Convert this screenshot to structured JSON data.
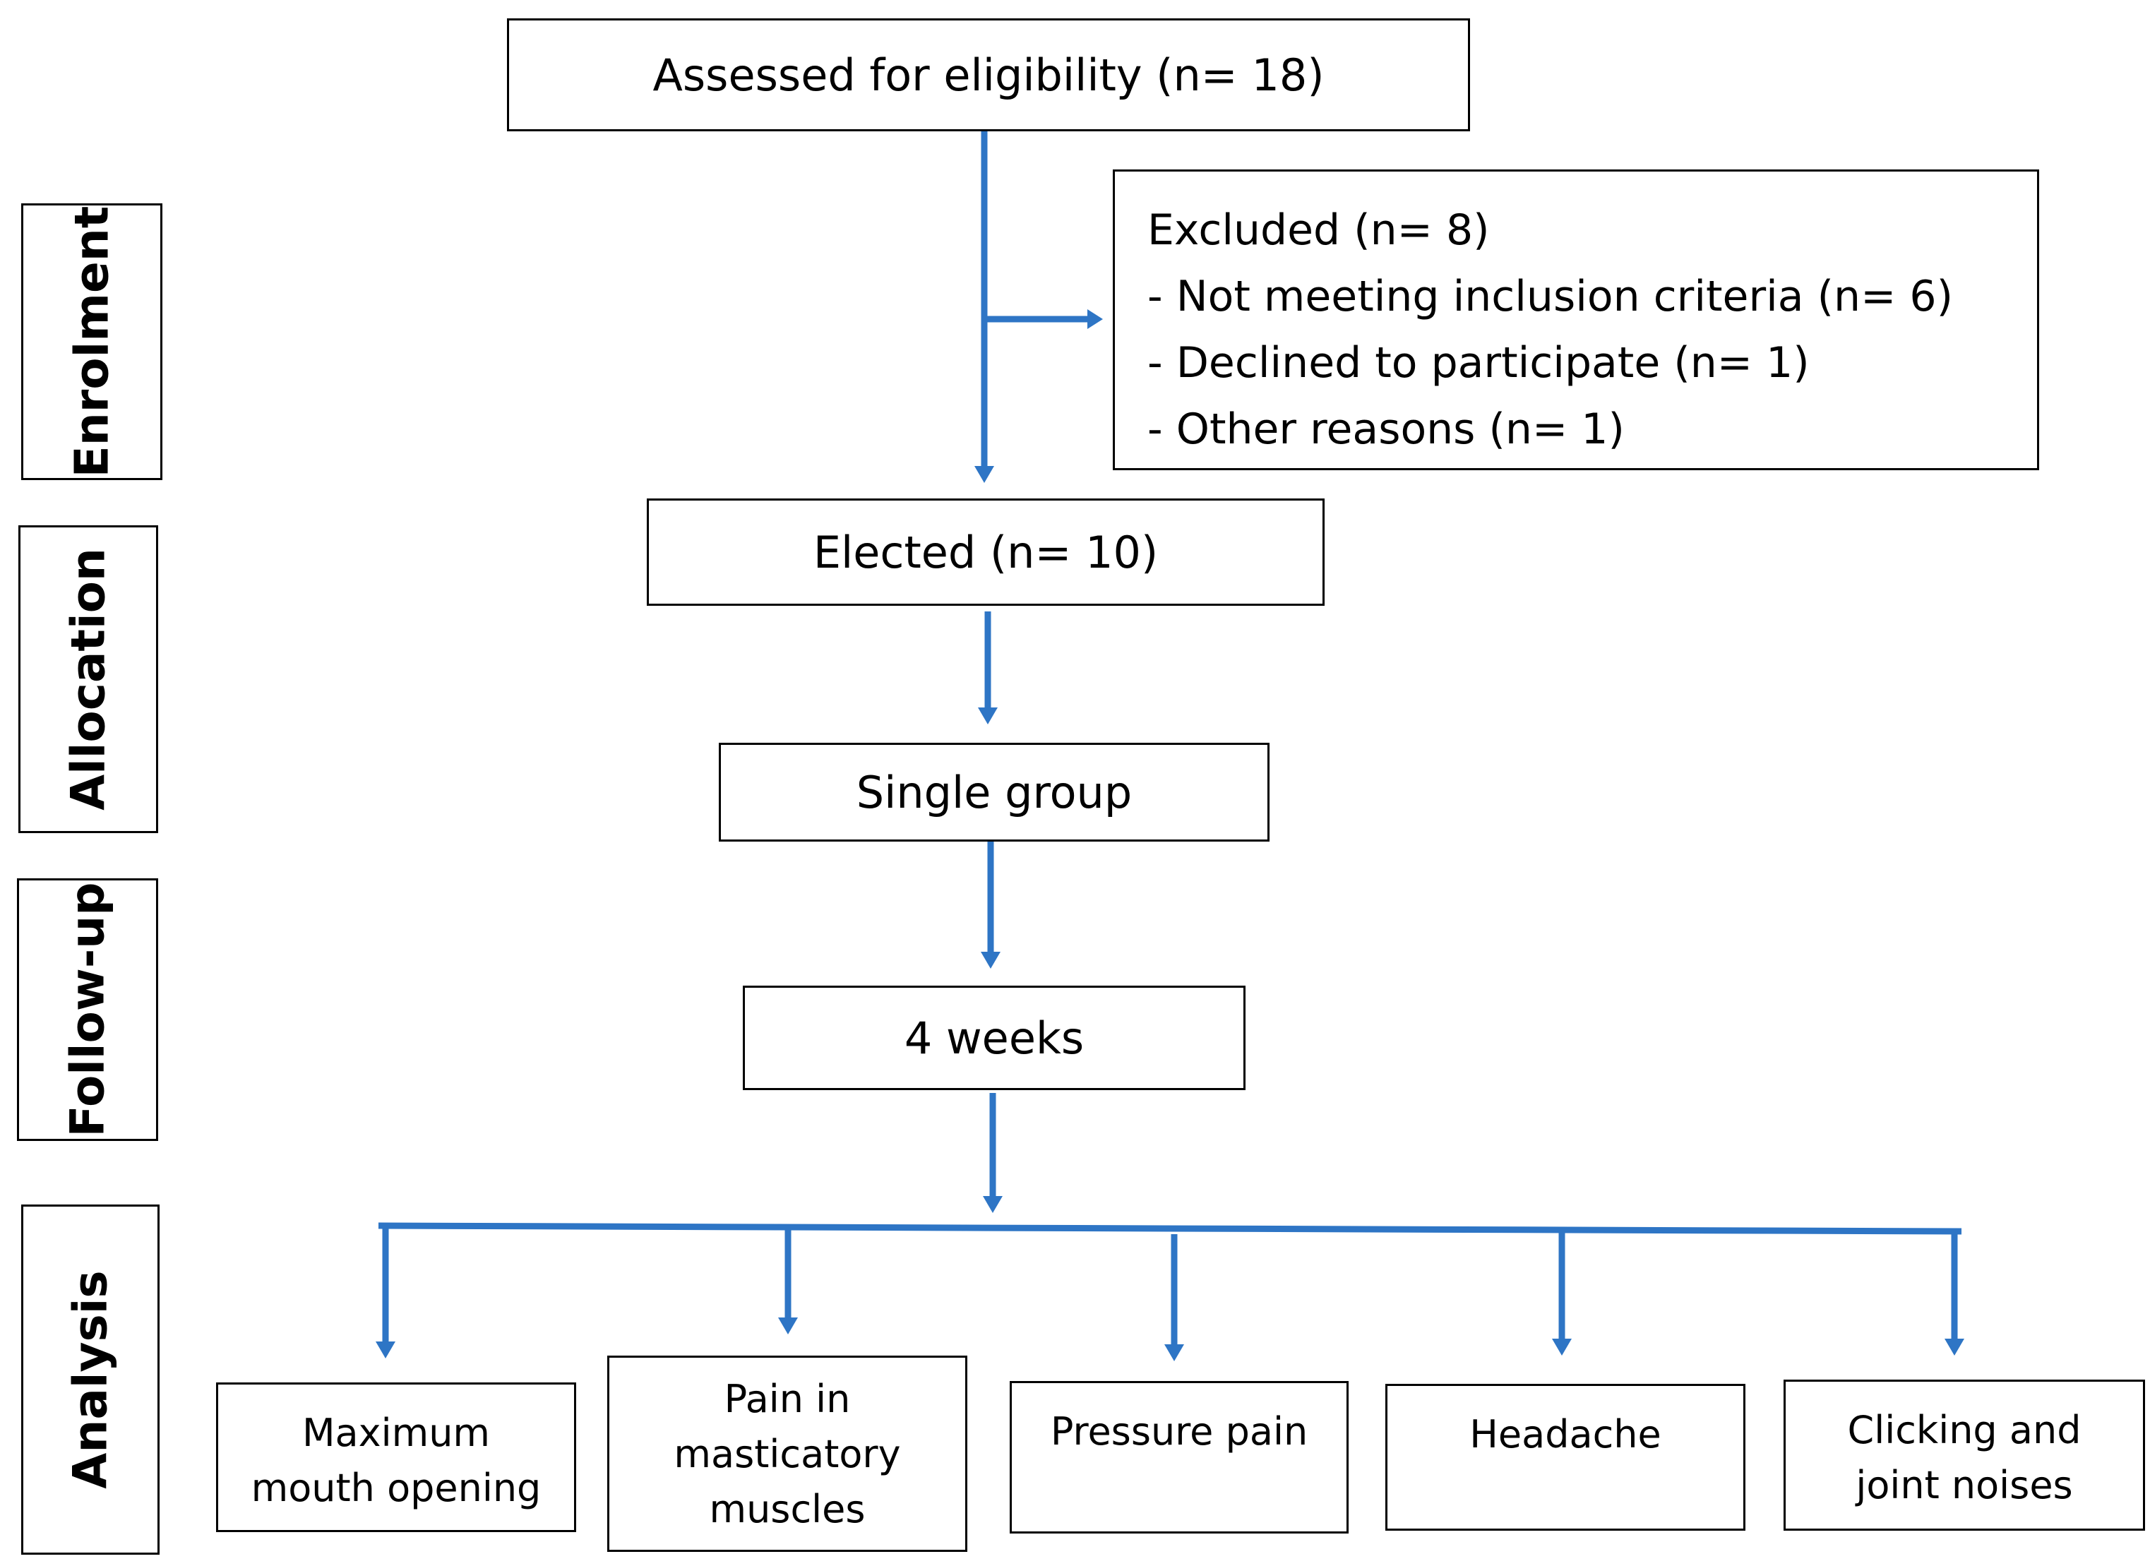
{
  "stages": {
    "enrolment": "Enrolment",
    "allocation": "Allocation",
    "follow_up": "Follow-up",
    "analysis": "Analysis"
  },
  "assessed": "Assessed for eligibility (n= 18)",
  "excluded": {
    "title": "Excluded (n= 8)",
    "reasons": [
      "- Not meeting inclusion criteria (n= 6)",
      "- Declined to participate (n= 1)",
      "- Other reasons (n= 1)"
    ]
  },
  "elected": "Elected (n= 10)",
  "group": "Single group",
  "duration": "4 weeks",
  "outcomes": [
    [
      "Maximum",
      "mouth opening"
    ],
    [
      "Pain in",
      "masticatory",
      "muscles"
    ],
    [
      "Pressure pain"
    ],
    [
      "Headache"
    ],
    [
      "Clicking and",
      "joint noises"
    ]
  ],
  "colors": {
    "arrow": "#2e75c5",
    "border": "#000000"
  }
}
